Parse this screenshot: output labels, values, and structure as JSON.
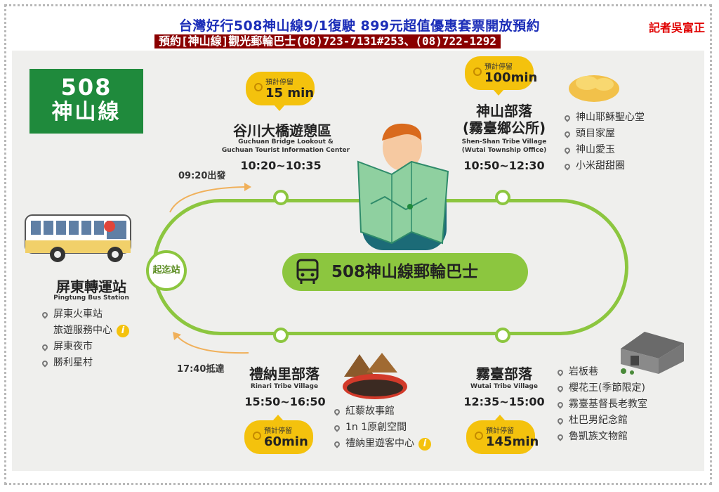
{
  "header": {
    "headline": "台灣好行508神山線9/1復駛 899元超值優惠套票開放預約",
    "reporter": "記者吳富正",
    "booking": "預約[神山線]觀光郵輪巴士(08)723-7131#253、(08)722-1292"
  },
  "logo": {
    "number": "508",
    "name": "神山線"
  },
  "route": {
    "name": "508神山線郵輪巴士",
    "start_label": "起迄站",
    "depart": "09:20出發",
    "arrive": "17:40抵達"
  },
  "stops": {
    "pingtung": {
      "name": "屏東轉運站",
      "en": "Pingtung Bus Station",
      "poi": [
        "屏東火車站",
        "旅遊服務中心",
        "屏東夜市",
        "勝利星村"
      ]
    },
    "guchuan": {
      "name": "谷川大橋遊憩區",
      "en1": "Guchuan Bridge Lookout &",
      "en2": "Guchuan Tourist Information Center",
      "time": "10:20~10:35",
      "stay_label": "預計停留",
      "stay": "15 min"
    },
    "shenshan": {
      "name1": "神山部落",
      "name2": "(霧臺鄉公所)",
      "en1": "Shen-Shan Tribe Village",
      "en2": "(Wutai Township Office)",
      "time": "10:50~12:30",
      "stay_label": "預計停留",
      "stay": "100min",
      "poi": [
        "神山耶穌聖心堂",
        "頭目家屋",
        "神山愛玉",
        "小米甜甜圈"
      ]
    },
    "rinari": {
      "name": "禮納里部落",
      "en": "Rinari Tribe Village",
      "time": "15:50~16:50",
      "stay_label": "預計停留",
      "stay": "60min",
      "poi": [
        "紅藜故事館",
        "1n 1原創空間",
        "禮納里遊客中心"
      ]
    },
    "wutai": {
      "name": "霧臺部落",
      "en": "Wutai Tribe Village",
      "time": "12:35~15:00",
      "stay_label": "預計停留",
      "stay": "145min",
      "poi": [
        "岩板巷",
        "櫻花王(季節限定)",
        "霧臺基督長老教室",
        "杜巴男紀念館",
        "魯凱族文物館"
      ]
    }
  },
  "colors": {
    "green": "#8cc63f",
    "logo_green": "#1f8a3c",
    "yellow": "#f4c20d",
    "headline_blue": "#1b2db8",
    "booking_bg": "#8a0000"
  }
}
